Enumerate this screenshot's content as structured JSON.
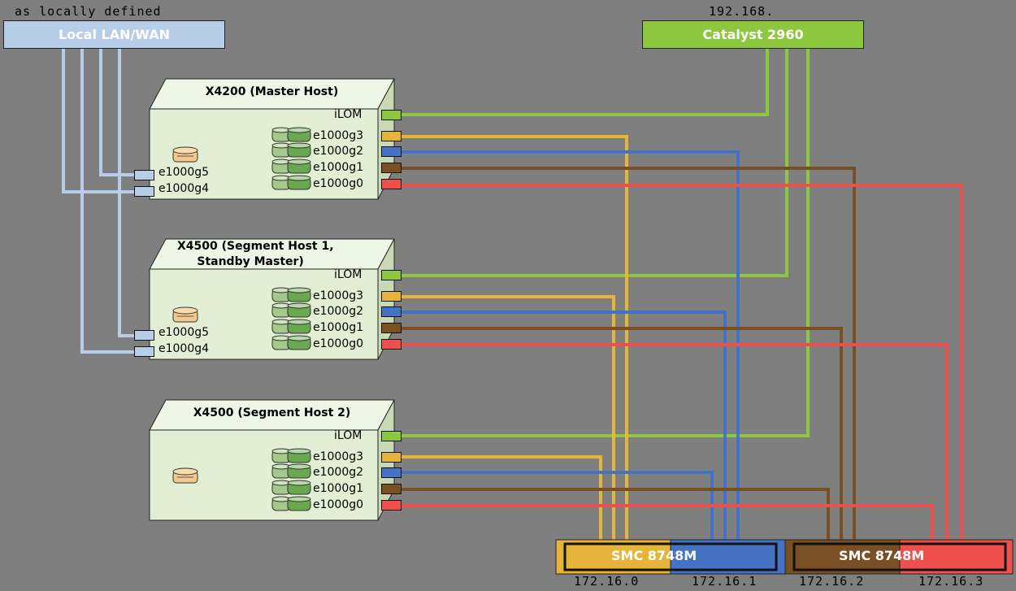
{
  "top_left_note": "as locally defined",
  "top_right_note": "192.168.",
  "lan_box": {
    "label": "Local LAN/WAN"
  },
  "catalyst_box": {
    "label": "Catalyst 2960"
  },
  "hosts": [
    {
      "title": "X4200 (Master Host)",
      "ports_right": [
        "iLOM",
        "e1000g3",
        "e1000g2",
        "e1000g1",
        "e1000g0"
      ],
      "ports_left": [
        "e1000g5",
        "e1000g4"
      ]
    },
    {
      "title": "X4500 (Segment Host 1,\n     Standby Master)",
      "ports_right": [
        "iLOM",
        "e1000g3",
        "e1000g2",
        "e1000g1",
        "e1000g0"
      ],
      "ports_left": [
        "e1000g5",
        "e1000g4"
      ]
    },
    {
      "title": "X4500 (Segment Host 2)",
      "ports_right": [
        "iLOM",
        "e1000g3",
        "e1000g2",
        "e1000g1",
        "e1000g0"
      ],
      "ports_left": []
    }
  ],
  "switches": [
    {
      "label": "SMC 8748M"
    },
    {
      "label": "SMC 8748M"
    }
  ],
  "subnets": [
    "172.16.0",
    "172.16.1",
    "172.16.2",
    "172.16.3"
  ],
  "colors": {
    "background": "#7f7f7f",
    "lan": "#b8cde8",
    "ilom": "#8dc63f",
    "g3": "#e6b43a",
    "g2": "#4472c4",
    "g1": "#7a4f24",
    "g0": "#f0504c",
    "host_face": "#e2efd4"
  }
}
